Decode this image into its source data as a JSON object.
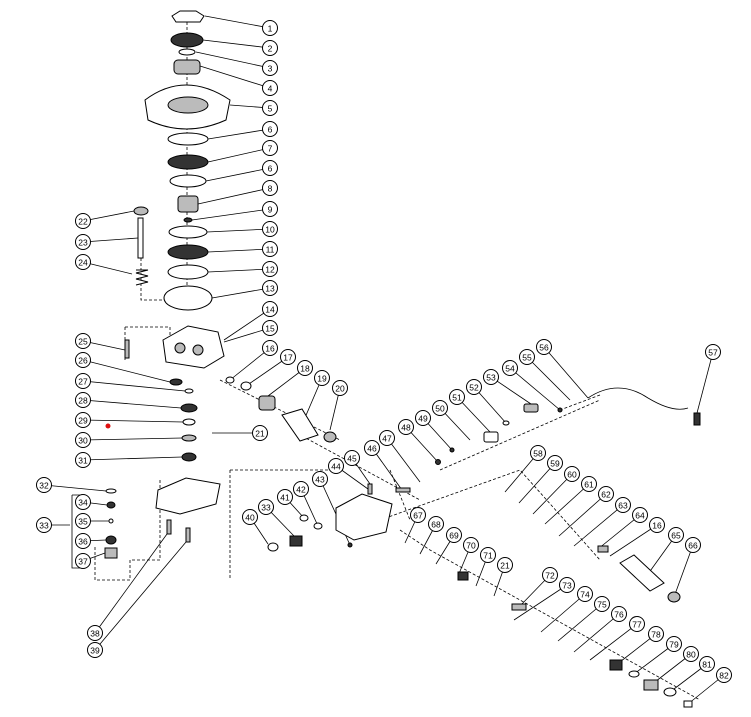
{
  "callouts": [
    "1",
    "2",
    "3",
    "4",
    "5",
    "6",
    "7",
    "6",
    "8",
    "9",
    "10",
    "11",
    "12",
    "13",
    "14",
    "15",
    "16",
    "17",
    "18",
    "19",
    "20",
    "21",
    "22",
    "23",
    "24",
    "25",
    "26",
    "27",
    "28",
    "29",
    "30",
    "31",
    "32",
    "33",
    "34",
    "35",
    "36",
    "37",
    "38",
    "39",
    "40",
    "33",
    "41",
    "42",
    "43",
    "44",
    "45",
    "46",
    "47",
    "48",
    "49",
    "50",
    "51",
    "52",
    "53",
    "54",
    "55",
    "56",
    "57",
    "58",
    "59",
    "60",
    "61",
    "62",
    "63",
    "64",
    "16",
    "65",
    "66",
    "67",
    "68",
    "69",
    "70",
    "71",
    "21",
    "72",
    "73",
    "74",
    "75",
    "76",
    "77",
    "78",
    "79",
    "80",
    "81",
    "82"
  ],
  "colors": {
    "marker": "#e01010",
    "ink": "#000000"
  }
}
